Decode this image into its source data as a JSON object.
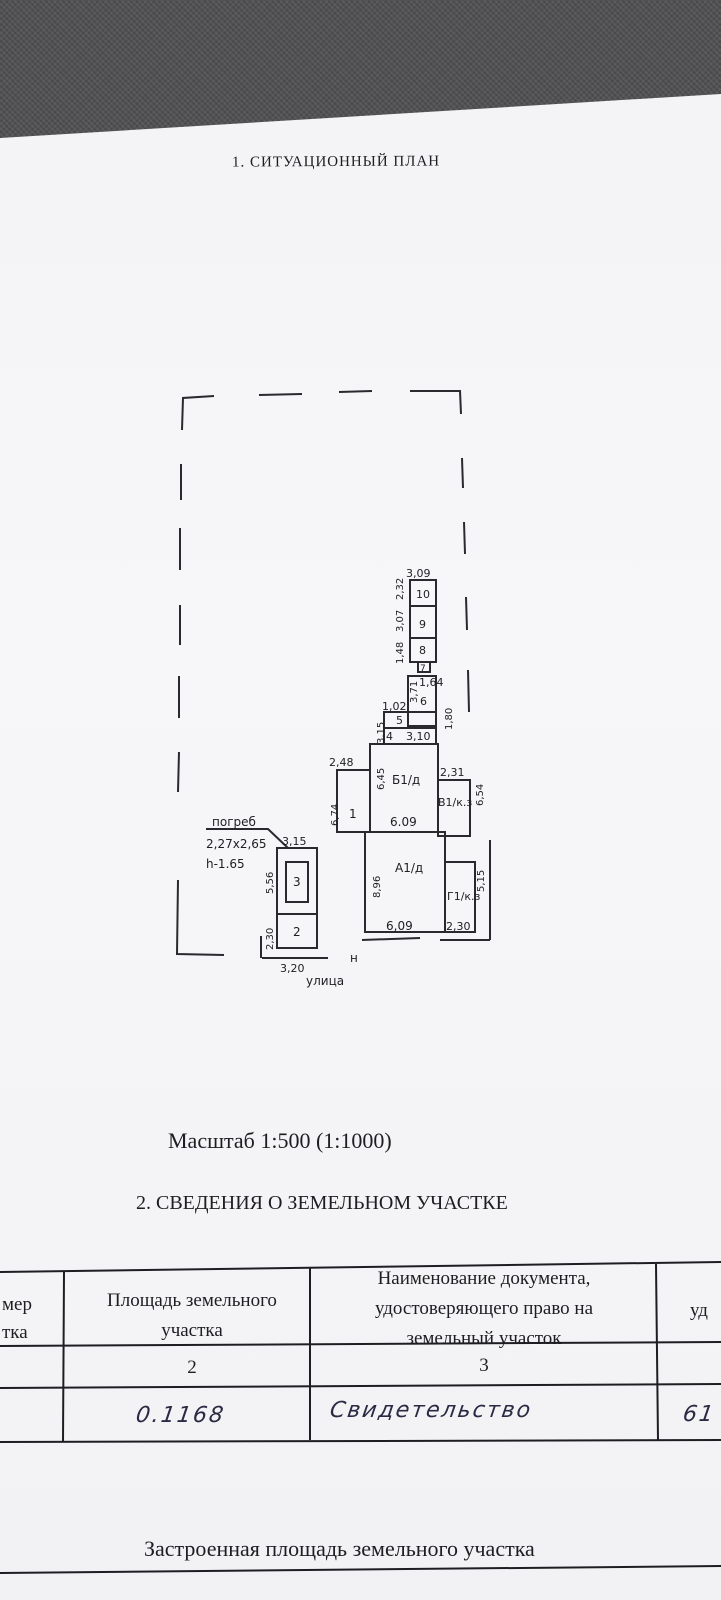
{
  "section1_title": "1.  СИТУАЦИОННЫЙ ПЛАН",
  "plan": {
    "cellar_label": "погреб",
    "cellar_dims": "2,27х2,65",
    "cellar_height": "h-1.65",
    "street_label": "улица",
    "north_mark": "н",
    "rooms": {
      "r1": "1",
      "r2": "2",
      "r3": "3",
      "r4": "4",
      "r5": "5",
      "r6": "6",
      "r7": "7",
      "r8": "8",
      "r9": "9",
      "r10": "10",
      "A": "А1/д",
      "B": "Б1/д",
      "V": "В1/к.з",
      "G": "Г1/к.з"
    },
    "dims": {
      "top_w": "3,09",
      "h_10": "2,32",
      "h_9": "3,07",
      "h_8": "1,48",
      "w_6": "1,64",
      "h_6": "3,71",
      "w_5": "1,02",
      "h_5": "3,15",
      "w_4": "3,10",
      "h_r": "1,80",
      "w_1": "2,48",
      "h_1": "6,74",
      "h_B": "6,45",
      "w_B": "6.09",
      "w_V": "2,31",
      "h_V": "6,54",
      "h_G": "5,15",
      "h_A": "8,96",
      "w_A": "6,09",
      "w_G": "2,30",
      "w_3": "3,15",
      "h_3": "5,56",
      "h_2": "2,30",
      "w_2": "3,20"
    }
  },
  "scale_text": "Масштаб 1:500 (1:1000)",
  "section2_title": "2. СВЕДЕНИЯ О ЗЕМЕЛЬНОМ УЧАСТКЕ",
  "table": {
    "col1_header_line1": "мер",
    "col1_header_line2": "тка",
    "col2_header_line1": "Площадь земельного",
    "col2_header_line2": "участка",
    "col3_header_line1": "Наименование документа,",
    "col3_header_line2": "удостоверяющего право на",
    "col3_header_line3": "земельный участок",
    "col4_header": "уд",
    "num_col2": "2",
    "num_col3": "3",
    "area_value": "0.1168",
    "document_value": "Свидетельство",
    "col4_value": "61"
  },
  "bottom_caption": "Застроенная площадь земельного участка"
}
